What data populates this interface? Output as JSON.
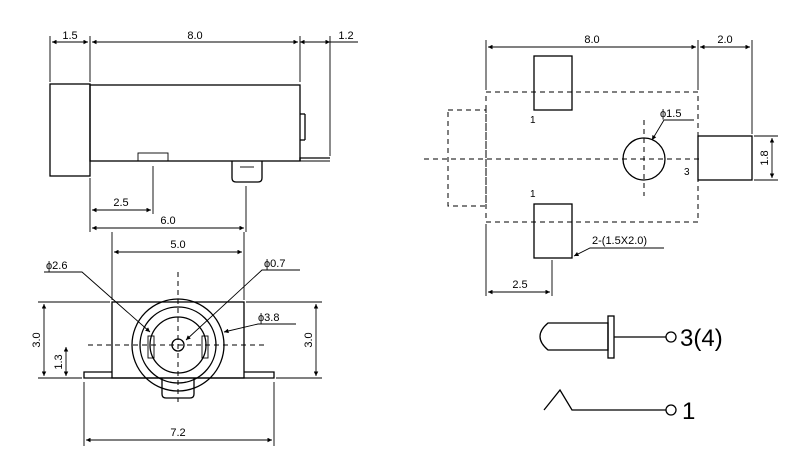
{
  "side_view": {
    "dim_left": "1.5",
    "dim_body": "8.0",
    "dim_right": "1.2",
    "dim_pin_a": "2.5",
    "dim_pin_b": "6.0"
  },
  "front_view": {
    "dim_top": "5.0",
    "dim_phi_outer": "ϕ2.6",
    "dim_phi_pin": "ϕ0.7",
    "dim_phi_ring": "ϕ3.8",
    "dim_height_left": "3.0",
    "dim_center": "1.3",
    "dim_height_right": "3.0",
    "dim_width": "7.2"
  },
  "footprint": {
    "dim_top": "8.0",
    "dim_right": "2.0",
    "dim_hole": "ϕ1.5",
    "dim_pad_h": "1.8",
    "pin_top": "1",
    "pin_bottom": "1",
    "pin_right": "3",
    "pad_note": "2-(1.5X2.0)",
    "dim_bottom": "2.5"
  },
  "schematic": {
    "label_upper": "3(4)",
    "label_lower": "1"
  }
}
